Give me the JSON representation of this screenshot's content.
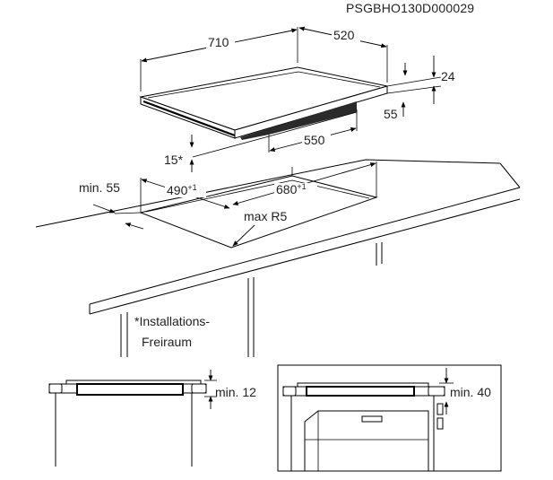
{
  "figure_id": "PSGBHO130D000029",
  "dimensions": {
    "width": "710",
    "depth": "520",
    "thickness": "24",
    "under_depth": "55",
    "under_width": "550",
    "clearance": "15*",
    "min_front": "min. 55",
    "cutout_depth": "490",
    "cutout_depth_tol": "+1",
    "cutout_width": "680",
    "cutout_width_tol": "+1",
    "corner_radius": "max R5"
  },
  "footnote": {
    "line1": "*Installations-",
    "line2": "Freiraum"
  },
  "detail_left": {
    "label": "min. 12"
  },
  "detail_right": {
    "label": "min. 40"
  }
}
